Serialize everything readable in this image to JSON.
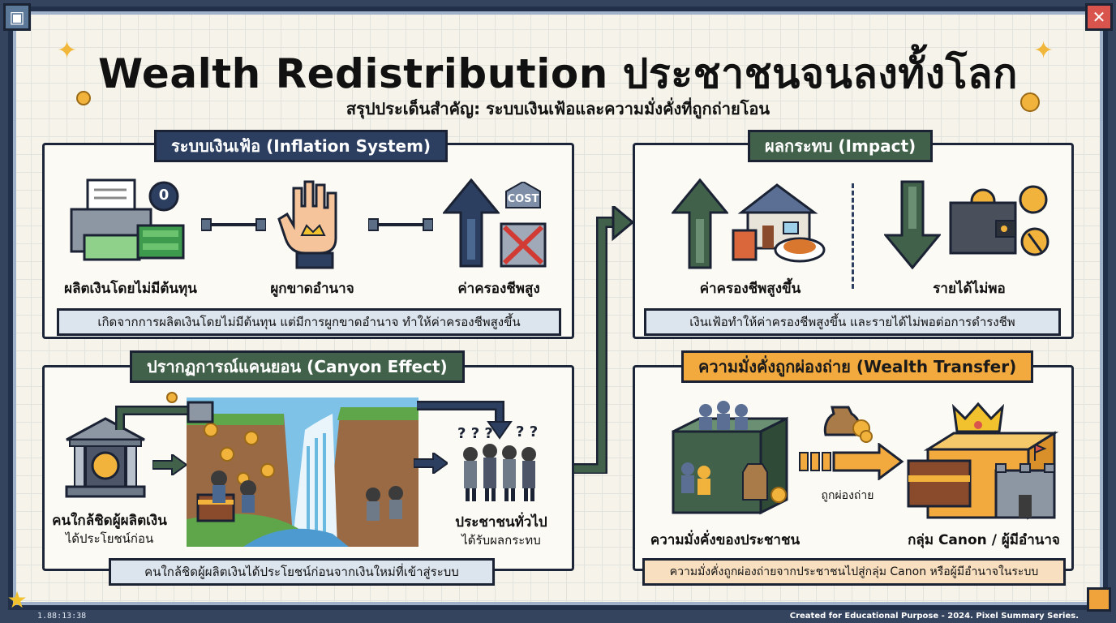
{
  "title": "Wealth Redistribution ประชาชนจนลงทั้งโลก",
  "subtitle": "สรุปประเด็นสำคัญ: ระบบเงินเฟ้อและความมั่งคั่งที่ถูกถ่ายโอน",
  "inflation": {
    "heading": "ระบบเงินเฟ้อ (Inflation System)",
    "printer_label": "ผลิตเงินโดยไม่มีต้นทุน",
    "monopoly_label": "ผูกขาดอำนาจ",
    "cost_label": "ค่าครองชีพสูง",
    "cost_tag": "COST",
    "zero_badge": "0",
    "caption": "เกิดจากการผลิตเงินโดยไม่มีต้นทุน แต่มีการผูกขาดอำนาจ ทำให้ค่าครองชีพสูงขึ้น"
  },
  "impact": {
    "heading": "ผลกระทบ (Impact)",
    "cost_up_label": "ค่าครองชีพสูงขึ้น",
    "income_label": "รายได้ไม่พอ",
    "caption": "เงินเฟ้อทำให้ค่าครองชีพสูงขึ้น และรายได้ไม่พอต่อการดำรงชีพ"
  },
  "canyon": {
    "heading": "ปรากฏการณ์แคนยอน (Canyon Effect)",
    "insider_label": "คนใกล้ชิดผู้ผลิตเงิน",
    "insider_sub": "ได้ประโยชน์ก่อน",
    "public_label": "ประชาชนทั่วไป",
    "public_sub": "ได้รับผลกระทบ",
    "caption": "คนใกล้ชิดผู้ผลิตเงินได้ประโยชน์ก่อนจากเงินใหม่ที่เข้าสู่ระบบ"
  },
  "transfer": {
    "heading": "ความมั่งคั่งถูกผ่องถ่าย (Wealth Transfer)",
    "people_label": "ความมั่งคั่งของประชาชน",
    "arrow_label": "ถูกผ่องถ่าย",
    "canon_label": "กลุ่ม Canon / ผู้มีอำนาจ",
    "caption": "ความมั่งคั่งถูกผ่องถ่ายจากประชาชนไปสู่กลุ่ม Canon หรือผู้มีอำนาจในระบบ"
  },
  "footer": {
    "timestamp": "1.88:13:38",
    "credit": "Created for Educational Purpose - 2024. Pixel Summary Series."
  },
  "colors": {
    "navy": "#2c3f61",
    "green": "#42614a",
    "orange": "#f2aa3f",
    "gold": "#f2b33d",
    "red": "#d9544d"
  }
}
